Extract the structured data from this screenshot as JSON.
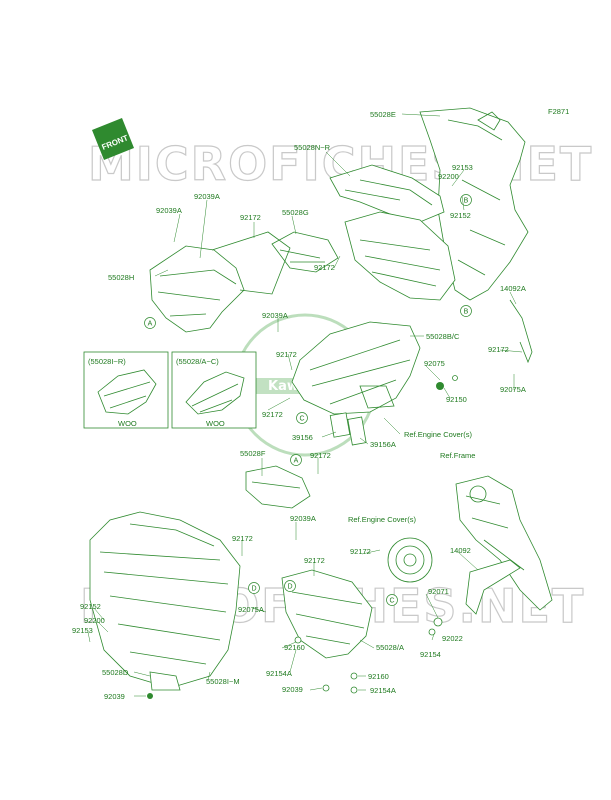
{
  "diagram": {
    "figure_code": "F2871",
    "front_badge": "FRONT",
    "watermark_text": "MICROFICHES.NET",
    "logo_text": "Kawasaki",
    "references": {
      "engine_cover_top": "Ref.Engine Cover(s)",
      "frame": "Ref.Frame",
      "engine_cover_bottom": "Ref.Engine Cover(s)"
    },
    "inset_left": {
      "title": "(55028I~R)",
      "caption": "WOO"
    },
    "inset_right": {
      "title": "(55028/A~C)",
      "caption": "WOO"
    },
    "markers": {
      "a": "A",
      "b": "B",
      "c": "C",
      "d": "D"
    },
    "labels": {
      "p55028e": "55028E",
      "p55028n": "55028N~R",
      "p92039a_1": "92039A",
      "p92039a_2": "92039A",
      "p92172_1": "92172",
      "p55028g": "55028G",
      "p92200_1": "92200",
      "p92153_1": "92153",
      "p92152_1": "92152",
      "p55028h": "55028H",
      "p92172_2": "92172",
      "p14092a": "14092A",
      "p92039a_3": "92039A",
      "p55028bc": "55028B/C",
      "p92172_3": "92172",
      "p92172_4": "92172",
      "p92075": "92075",
      "p92075a_1": "92075A",
      "p92150": "92150",
      "p92172_5": "92172",
      "p39156": "39156",
      "p39156a": "39156A",
      "p55028f": "55028F",
      "p92172_6": "92172",
      "p92039a_4": "92039A",
      "p92172_7": "92172",
      "p92172_8": "92172",
      "p92172_9": "92172",
      "p14092": "14092",
      "p92075a_2": "92075A",
      "p92152_2": "92152",
      "p92200_2": "92200",
      "p92153_2": "92153",
      "p92071": "92071",
      "p92022": "92022",
      "p92154": "92154",
      "p55028a": "55028/A",
      "p92160_1": "92160",
      "p92154a_1": "92154A",
      "p92160_2": "92160",
      "p55028d": "55028D",
      "p55028lm": "55028I~M",
      "p92039": "92039",
      "p92039_2": "92039",
      "p92154a_2": "92154A"
    }
  }
}
